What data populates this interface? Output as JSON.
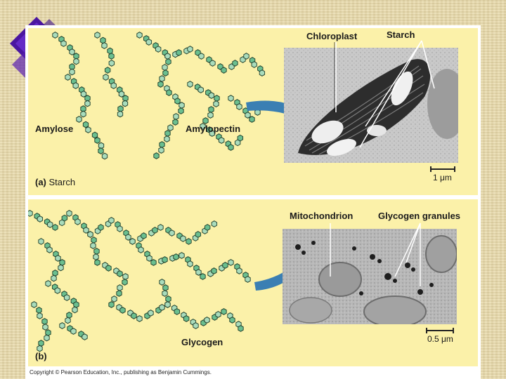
{
  "panel_a": {
    "label_amylose": "Amylose",
    "label_amylopectin": "Amylopectin",
    "label_chloroplast": "Chloroplast",
    "label_starch": "Starch",
    "panel_letter": "(a)",
    "panel_caption": "Starch",
    "scale_label": "1 μm"
  },
  "panel_b": {
    "label_mitochondrion": "Mitochondrion",
    "label_glycogen_granules": "Glycogen granules",
    "label_glycogen": "Glycogen",
    "panel_letter": "(b)",
    "scale_label": "0.5 μm"
  },
  "footer": {
    "copyright": "Copyright © Pearson Education, Inc., publishing as Benjamin Cummings."
  },
  "colors": {
    "panel_bg": "#fbf1a9",
    "arrow_blue": "#3b7fb3",
    "monomer_green": "#6bbf8f",
    "deco_purple": "#5a1fb0"
  }
}
